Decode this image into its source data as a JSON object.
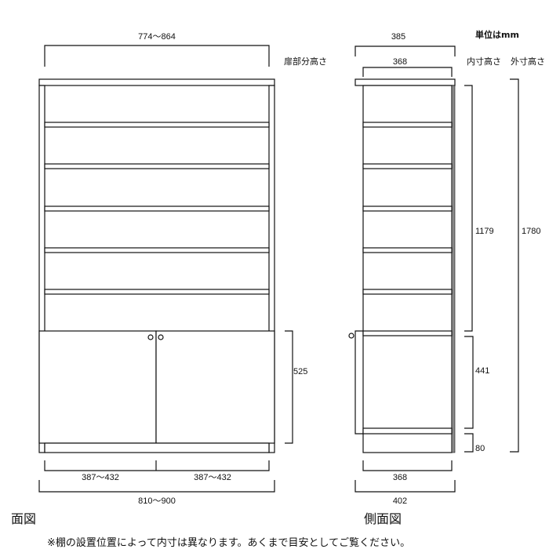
{
  "unit_label": "単位はmm",
  "headers": {
    "door_height": "扉部分高さ",
    "inner_height": "内寸高さ",
    "outer_height": "外寸高さ"
  },
  "front_view": {
    "title": "面図",
    "inner_width": "774～864",
    "door_height": "525",
    "door_width_left": "387～432",
    "door_width_right": "387～432",
    "outer_width": "810～900"
  },
  "side_view": {
    "title": "側面図",
    "top_depth": "385",
    "inner_depth_top": "368",
    "inner_height_upper": "1179",
    "inner_height_lower": "441",
    "plinth_height": "80",
    "outer_height": "1780",
    "inner_depth_bottom": "368",
    "outer_depth": "402"
  },
  "note": "※棚の設置位置によって内寸は異なります。あくまで目安としてご覧ください。",
  "colors": {
    "line": "#111111",
    "back_panel": "#8a8a8a"
  }
}
